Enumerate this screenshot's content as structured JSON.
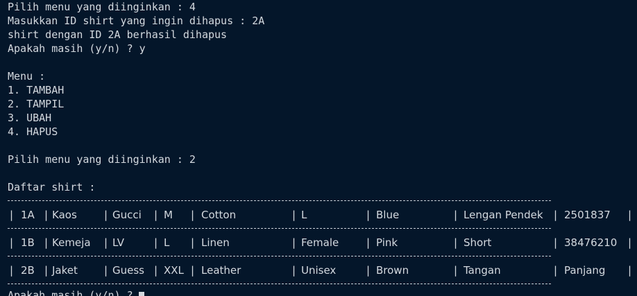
{
  "output": {
    "lines": [
      "Pilih menu yang diinginkan : 4",
      "Masukkan ID shirt yang ingin dihapus : 2A",
      "shirt dengan ID 2A berhasil dihapus",
      "Apakah masih (y/n) ? y",
      "",
      "Menu :",
      "1. TAMBAH",
      "2. TAMPIL",
      "3. UBAH",
      "4. HAPUS",
      "",
      "Pilih menu yang diinginkan : 2",
      "",
      "Daftar shirt :"
    ]
  },
  "table": {
    "rows": [
      [
        "1A",
        "Kaos",
        "Gucci",
        "M",
        "Cotton",
        "L",
        "Blue",
        "Lengan Pendek",
        "2501837"
      ],
      [
        "1B",
        "Kemeja",
        "LV",
        "L",
        "Linen",
        "Female",
        "Pink",
        "Short",
        "38476210"
      ],
      [
        "2B",
        "Jaket",
        "Guess",
        "XXL",
        "Leather",
        "Unisex",
        "Brown",
        "Tangan",
        "Panjang"
      ]
    ]
  },
  "prompt": {
    "text": "Apakah masih (y/n) ? "
  }
}
